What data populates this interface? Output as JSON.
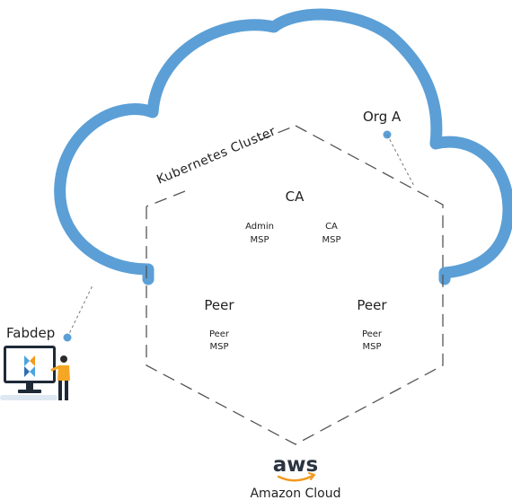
{
  "cloud": {
    "cluster_label": "Kubernetes Cluster",
    "org_label": "Org A",
    "color": "#5b9fd6"
  },
  "nodes": {
    "ca": {
      "title": "CA",
      "left": {
        "line1": "Admin",
        "line2": "MSP"
      },
      "right": {
        "line1": "CA",
        "line2": "MSP"
      }
    },
    "peer_left": {
      "title": "Peer",
      "sub": {
        "line1": "Peer",
        "line2": "MSP"
      }
    },
    "peer_right": {
      "title": "Peer",
      "sub": {
        "line1": "Peer",
        "line2": "MSP"
      }
    }
  },
  "fabdep": {
    "label": "Fabdep",
    "icon": "computer-user-icon"
  },
  "aws": {
    "logo_text": "aws",
    "label": "Amazon Cloud",
    "accent": "#f29a1f"
  }
}
